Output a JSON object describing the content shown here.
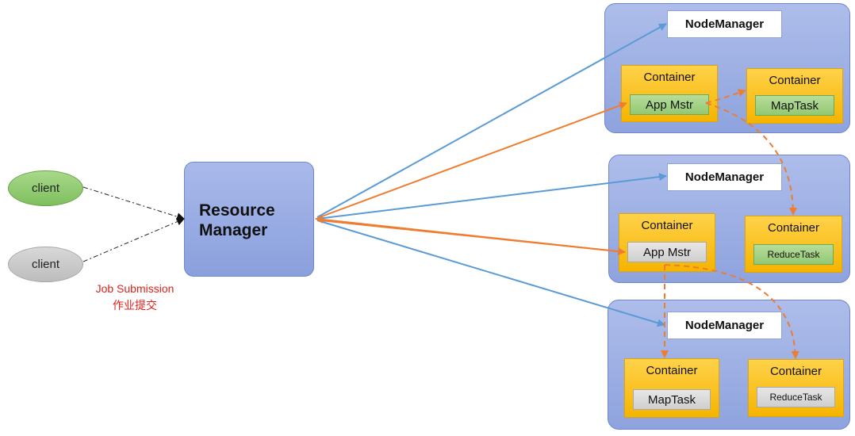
{
  "clients": [
    {
      "label": "client"
    },
    {
      "label": "client"
    }
  ],
  "resource_manager": {
    "label": "Resource\nManager"
  },
  "job_submission": {
    "line1": "Job Submission",
    "line2": "作业提交"
  },
  "nodes": [
    {
      "node_manager": "NodeManager",
      "containers": [
        {
          "label": "Container",
          "task": "App Mstr"
        },
        {
          "label": "Container",
          "task": "MapTask"
        }
      ]
    },
    {
      "node_manager": "NodeManager",
      "containers": [
        {
          "label": "Container",
          "task": "App Mstr"
        },
        {
          "label": "Container",
          "task": "ReduceTask"
        }
      ]
    },
    {
      "node_manager": "NodeManager",
      "containers": [
        {
          "label": "Container",
          "task": "MapTask"
        },
        {
          "label": "Container",
          "task": "ReduceTask"
        }
      ]
    }
  ],
  "colors": {
    "blue_arrow": "#5b9bd5",
    "orange_arrow": "#ed7d31",
    "caption": "#e0211b"
  }
}
